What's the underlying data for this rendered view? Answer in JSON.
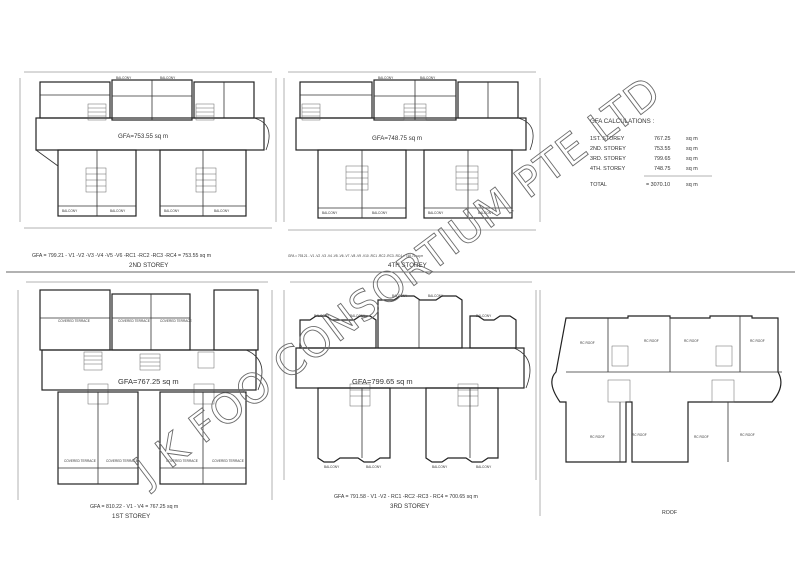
{
  "plans": {
    "p2": {
      "title": "2ND STOREY",
      "gfa_label": "GFA=753.55 sq m",
      "calc_line": "GFA = 799.21 - V1 -V2 -V3 -V4 -V5 -V6 -RC1 -RC2 -RC3 -RC4 = 753.55 sq m"
    },
    "p4": {
      "title": "4TH STOREY",
      "gfa_label": "GFA=748.75 sq m",
      "calc_line": "GFA = 793.21 - V1 -V2 -V3 -V4 -V5 -V6 -V7 -V8 -V9 -V10 -RC1 -RC2 -RC3 -RC4 = 748.75 sq m"
    },
    "p1": {
      "title": "1ST STOREY",
      "gfa_label": "GFA=767.25 sq m",
      "calc_line": "GFA = 810.22 - V1 - V4 = 767.25 sq m"
    },
    "p3": {
      "title": "3RD STOREY",
      "gfa_label": "GFA=799.65 sq m",
      "calc_line": "GFA = 791.58 - V1 -V2 - RC1 -RC2 -RC3 - RC4 = 700.65 sq m"
    },
    "roof": {
      "title": "ROOF",
      "room_labels": [
        "RC ROOF",
        "RC ROOF",
        "RC ROOF",
        "RC ROOF",
        "RC ROOF",
        "RC ROOF",
        "RC ROOF",
        "RC ROOF"
      ]
    }
  },
  "gfa_calculations": {
    "title": "GFA CALCULATIONS :",
    "rows": [
      {
        "label": "1ST. STOREY",
        "value": "767.25",
        "unit": "sq m"
      },
      {
        "label": "2ND. STOREY",
        "value": "753.55",
        "unit": "sq m"
      },
      {
        "label": "3RD. STOREY",
        "value": "799.65",
        "unit": "sq m"
      },
      {
        "label": "4TH. STOREY",
        "value": "748.75",
        "unit": "sq m"
      }
    ],
    "total": {
      "label": "TOTAL",
      "value": "= 3070.10",
      "unit": "sq m"
    }
  },
  "watermark": "J K FOO CONSORTIUM PTE LTD"
}
